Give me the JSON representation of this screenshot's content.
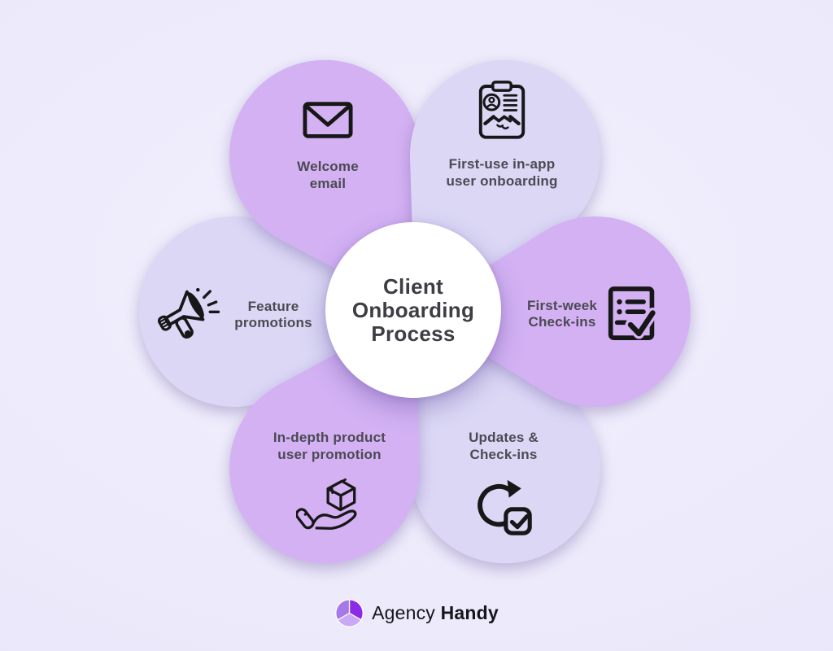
{
  "diagram": {
    "title_lines": [
      "Client",
      "Onboarding",
      "Process"
    ],
    "petals": [
      {
        "name": "welcome-email",
        "tone": "purple",
        "icon": "envelope-icon",
        "lines": [
          "Welcome",
          "email"
        ]
      },
      {
        "name": "first-use-in-app-user-onboarding",
        "tone": "lavender",
        "icon": "clipboard-handshake-icon",
        "lines": [
          "First-use in-app",
          "user onboarding"
        ]
      },
      {
        "name": "first-week-check-ins",
        "tone": "purple",
        "icon": "checklist-icon",
        "lines": [
          "First-week",
          "Check-ins"
        ]
      },
      {
        "name": "updates-check-ins",
        "tone": "lavender",
        "icon": "refresh-check-icon",
        "lines": [
          "Updates &",
          "Check-ins"
        ]
      },
      {
        "name": "in-depth-product-user-promotion",
        "tone": "purple",
        "icon": "hand-box-icon",
        "lines": [
          "In-depth product",
          "user promotion"
        ]
      },
      {
        "name": "feature-promotions",
        "tone": "lavender",
        "icon": "megaphone-icon",
        "lines": [
          "Feature",
          "promotions"
        ]
      }
    ]
  },
  "footer": {
    "brand_regular": "Agency",
    "brand_bold": "Handy"
  },
  "colors": {
    "background": "#eceafb",
    "petal_purple": "#d3b1f3",
    "petal_lavender": "#dbd7f5",
    "center_circle": "#ffffff",
    "icon_stroke": "#171717",
    "label_text": "#4b4a53",
    "title_text": "#3d3d44",
    "logo_vivid": "#8b2be8",
    "logo_mid": "#a678e8",
    "logo_light": "#c9a9f5",
    "brand_text": "#16161a"
  }
}
